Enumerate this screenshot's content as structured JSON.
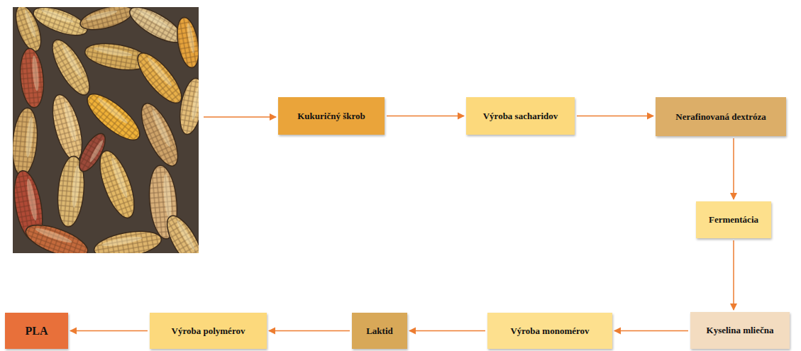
{
  "diagram": {
    "nodes": [
      {
        "text": [
          "Kukuričný škrob"
        ]
      },
      {
        "text": [
          "Výroba sacharidov"
        ]
      },
      {
        "text": [
          "Nerafinovaná dextróza"
        ]
      },
      {
        "text": [
          "Fermentácia"
        ]
      },
      {
        "text": [
          "Kyselina mliečna"
        ]
      },
      {
        "text": [
          "Výroba monomérov"
        ]
      },
      {
        "text": [
          "Laktid"
        ]
      },
      {
        "text": [
          "Výroba polymérov"
        ]
      },
      {
        "text": [
          "PLA"
        ]
      }
    ],
    "edges": [
      {
        "from": 0,
        "to": 1,
        "arrow": "to"
      },
      {
        "from": 1,
        "to": 2,
        "arrow": "to"
      },
      {
        "from": 2,
        "to": 3,
        "arrow": "to"
      },
      {
        "from": 3,
        "to": 4,
        "arrow": "to"
      },
      {
        "from": 4,
        "to": 5,
        "arrow": "to"
      },
      {
        "from": 5,
        "to": 6,
        "arrow": "to"
      },
      {
        "from": 6,
        "to": 7,
        "arrow": "to"
      },
      {
        "from": 7,
        "to": 8,
        "arrow": "to"
      }
    ]
  }
}
